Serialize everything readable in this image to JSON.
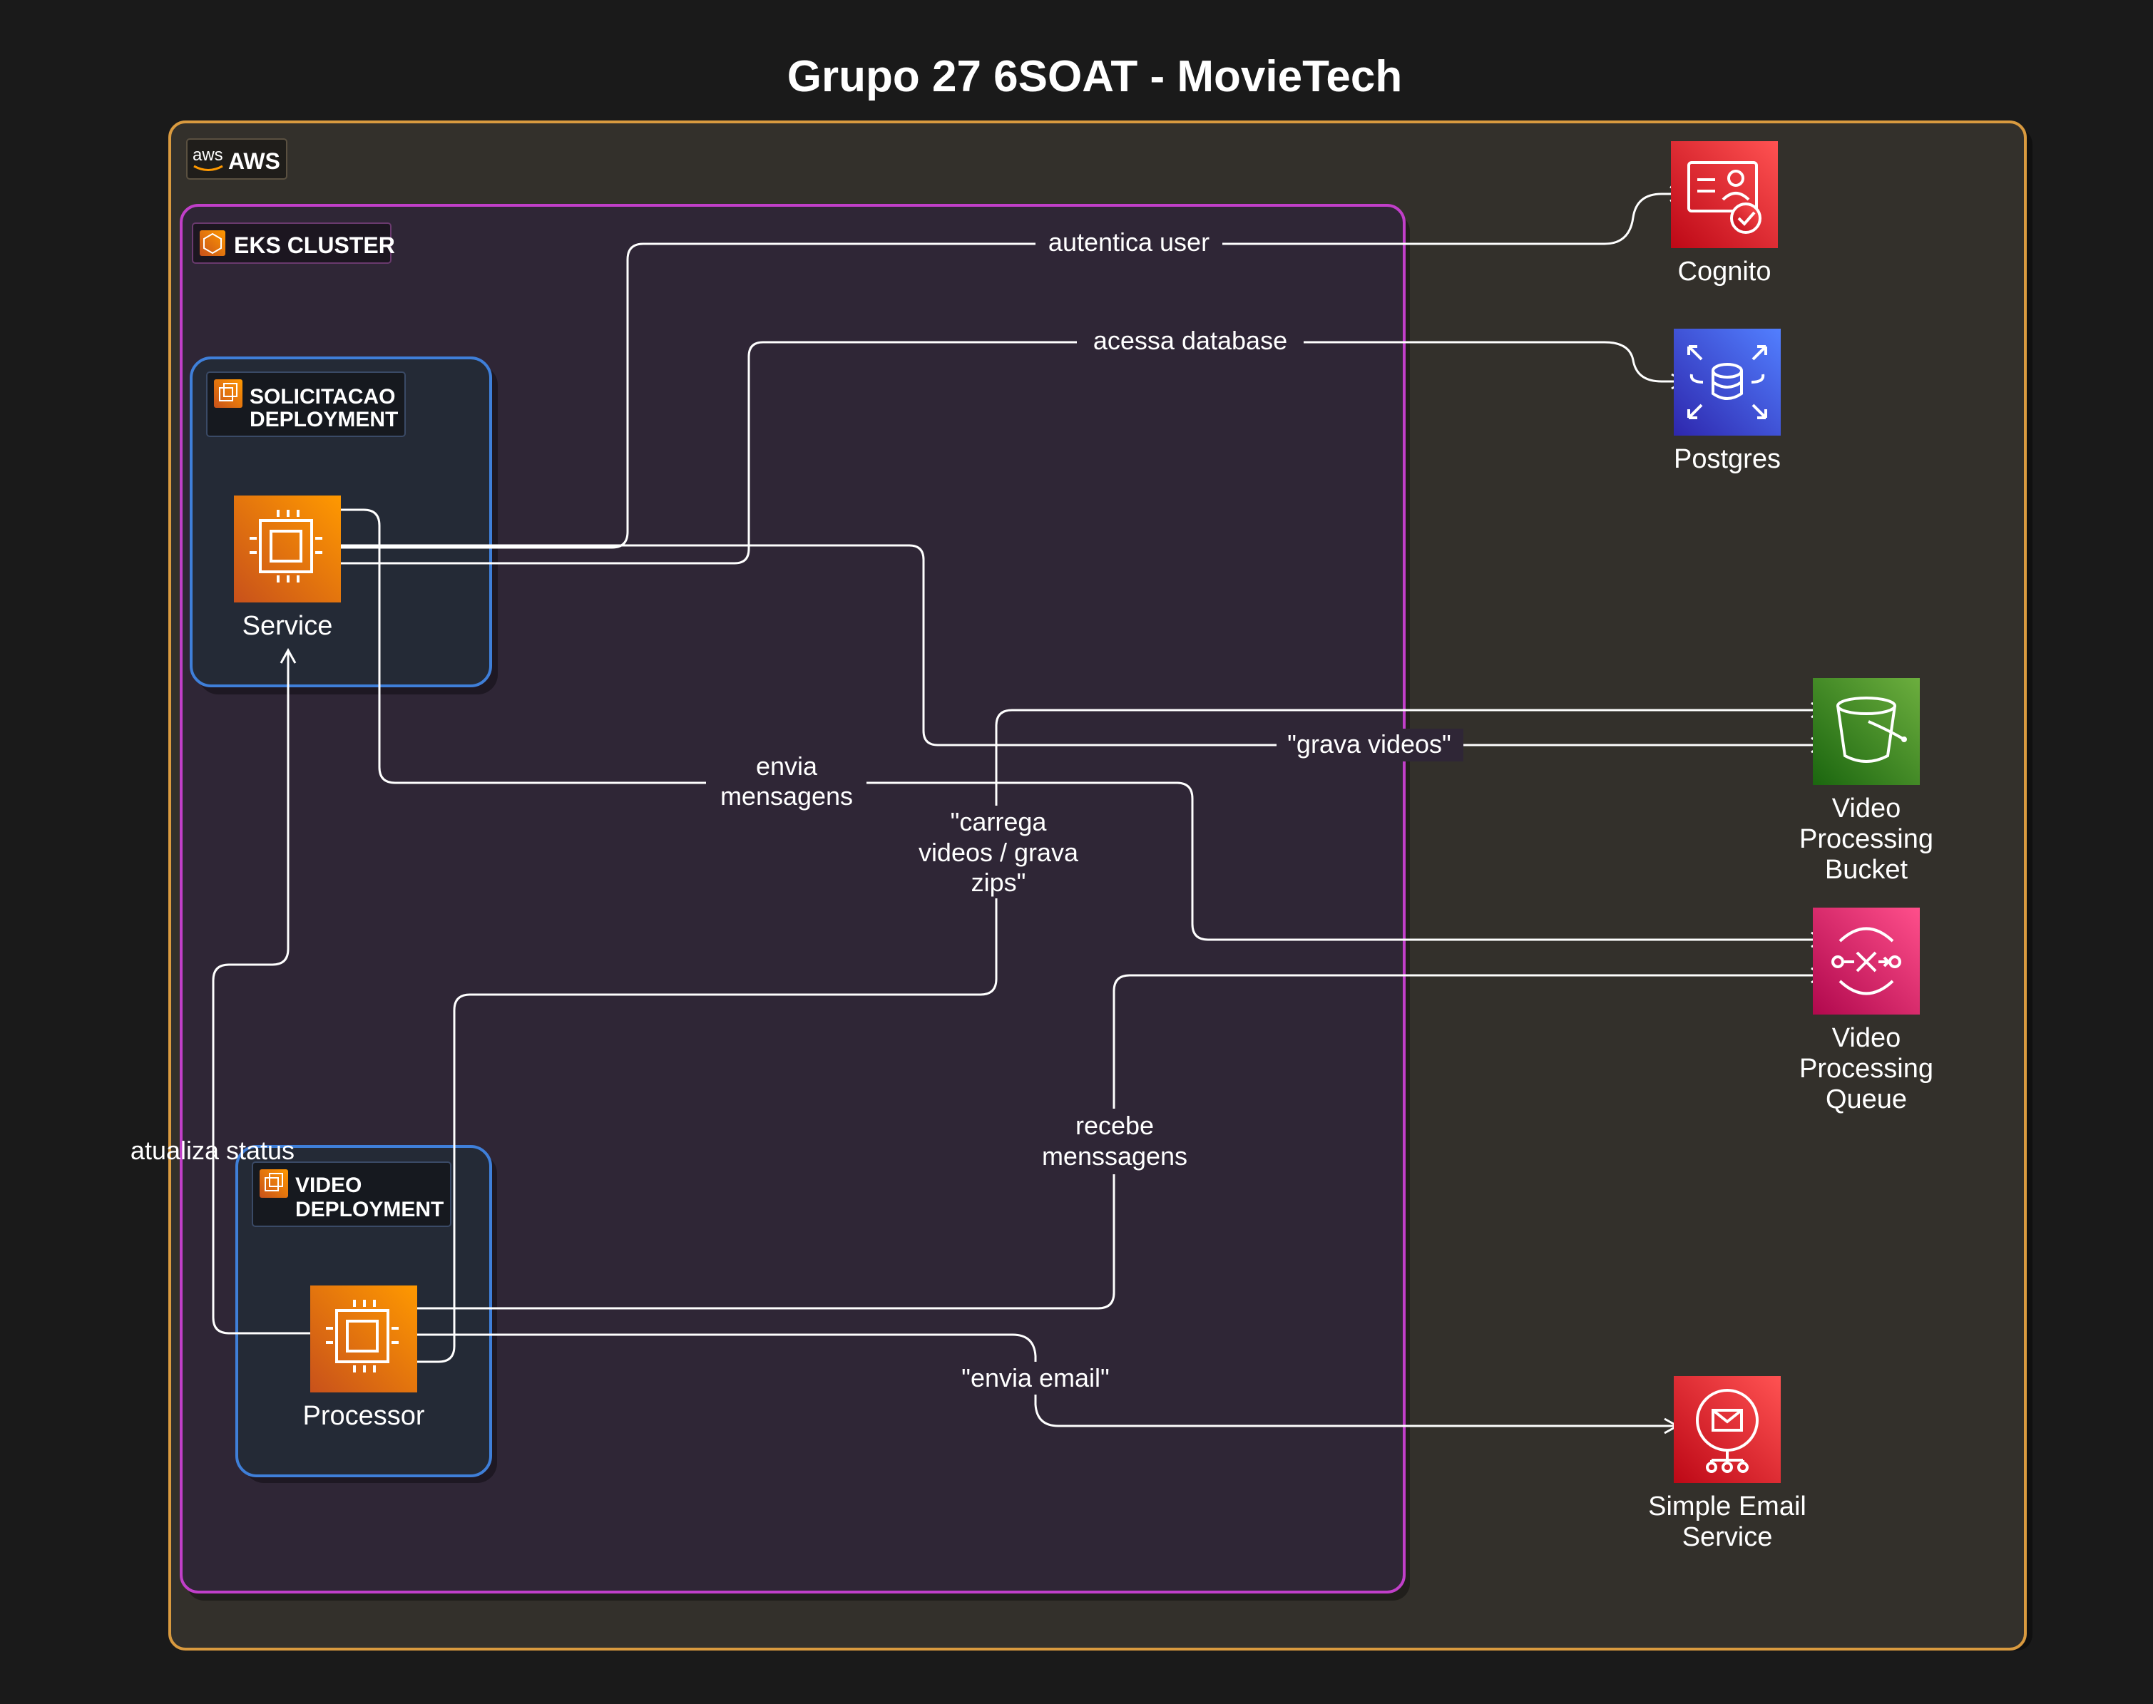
{
  "diagram": {
    "title": "Grupo 27 6SOAT - MovieTech",
    "aws_group": {
      "label": "AWS",
      "logo_text": "aws"
    },
    "eks_group": {
      "label": "EKS CLUSTER"
    },
    "deployments": {
      "solicitacao": {
        "line1": "SOLICITACAO",
        "line2": "DEPLOYMENT"
      },
      "video": {
        "line1": "VIDEO",
        "line2": "DEPLOYMENT"
      }
    },
    "nodes": {
      "service": "Service",
      "processor": "Processor",
      "cognito": "Cognito",
      "postgres": "Postgres",
      "bucket": [
        "Video",
        "Processing",
        "Bucket"
      ],
      "queue": [
        "Video",
        "Processing",
        "Queue"
      ],
      "ses": [
        "Simple Email",
        "Service"
      ]
    },
    "edges": {
      "autentica": "autentica user",
      "acessa": "acessa database",
      "grava": "\"grava videos\"",
      "envia_msg": [
        "envia",
        "mensagens"
      ],
      "carrega": [
        "\"carrega",
        "videos / grava",
        "zips\""
      ],
      "recebe": [
        "recebe",
        "menssagens"
      ],
      "atualiza": "atualiza status",
      "email": "\"envia email\""
    },
    "colors": {
      "background": "#1a1a1a",
      "aws_border": "#d99a3f",
      "eks_border": "#c13fc9",
      "deployment_border": "#3f7fd9",
      "compute": "#ed7100",
      "security": "#dd344c",
      "database": "#3b48cc",
      "storage": "#3f8624",
      "integration": "#e7157b",
      "edge": "#ffffff"
    }
  }
}
